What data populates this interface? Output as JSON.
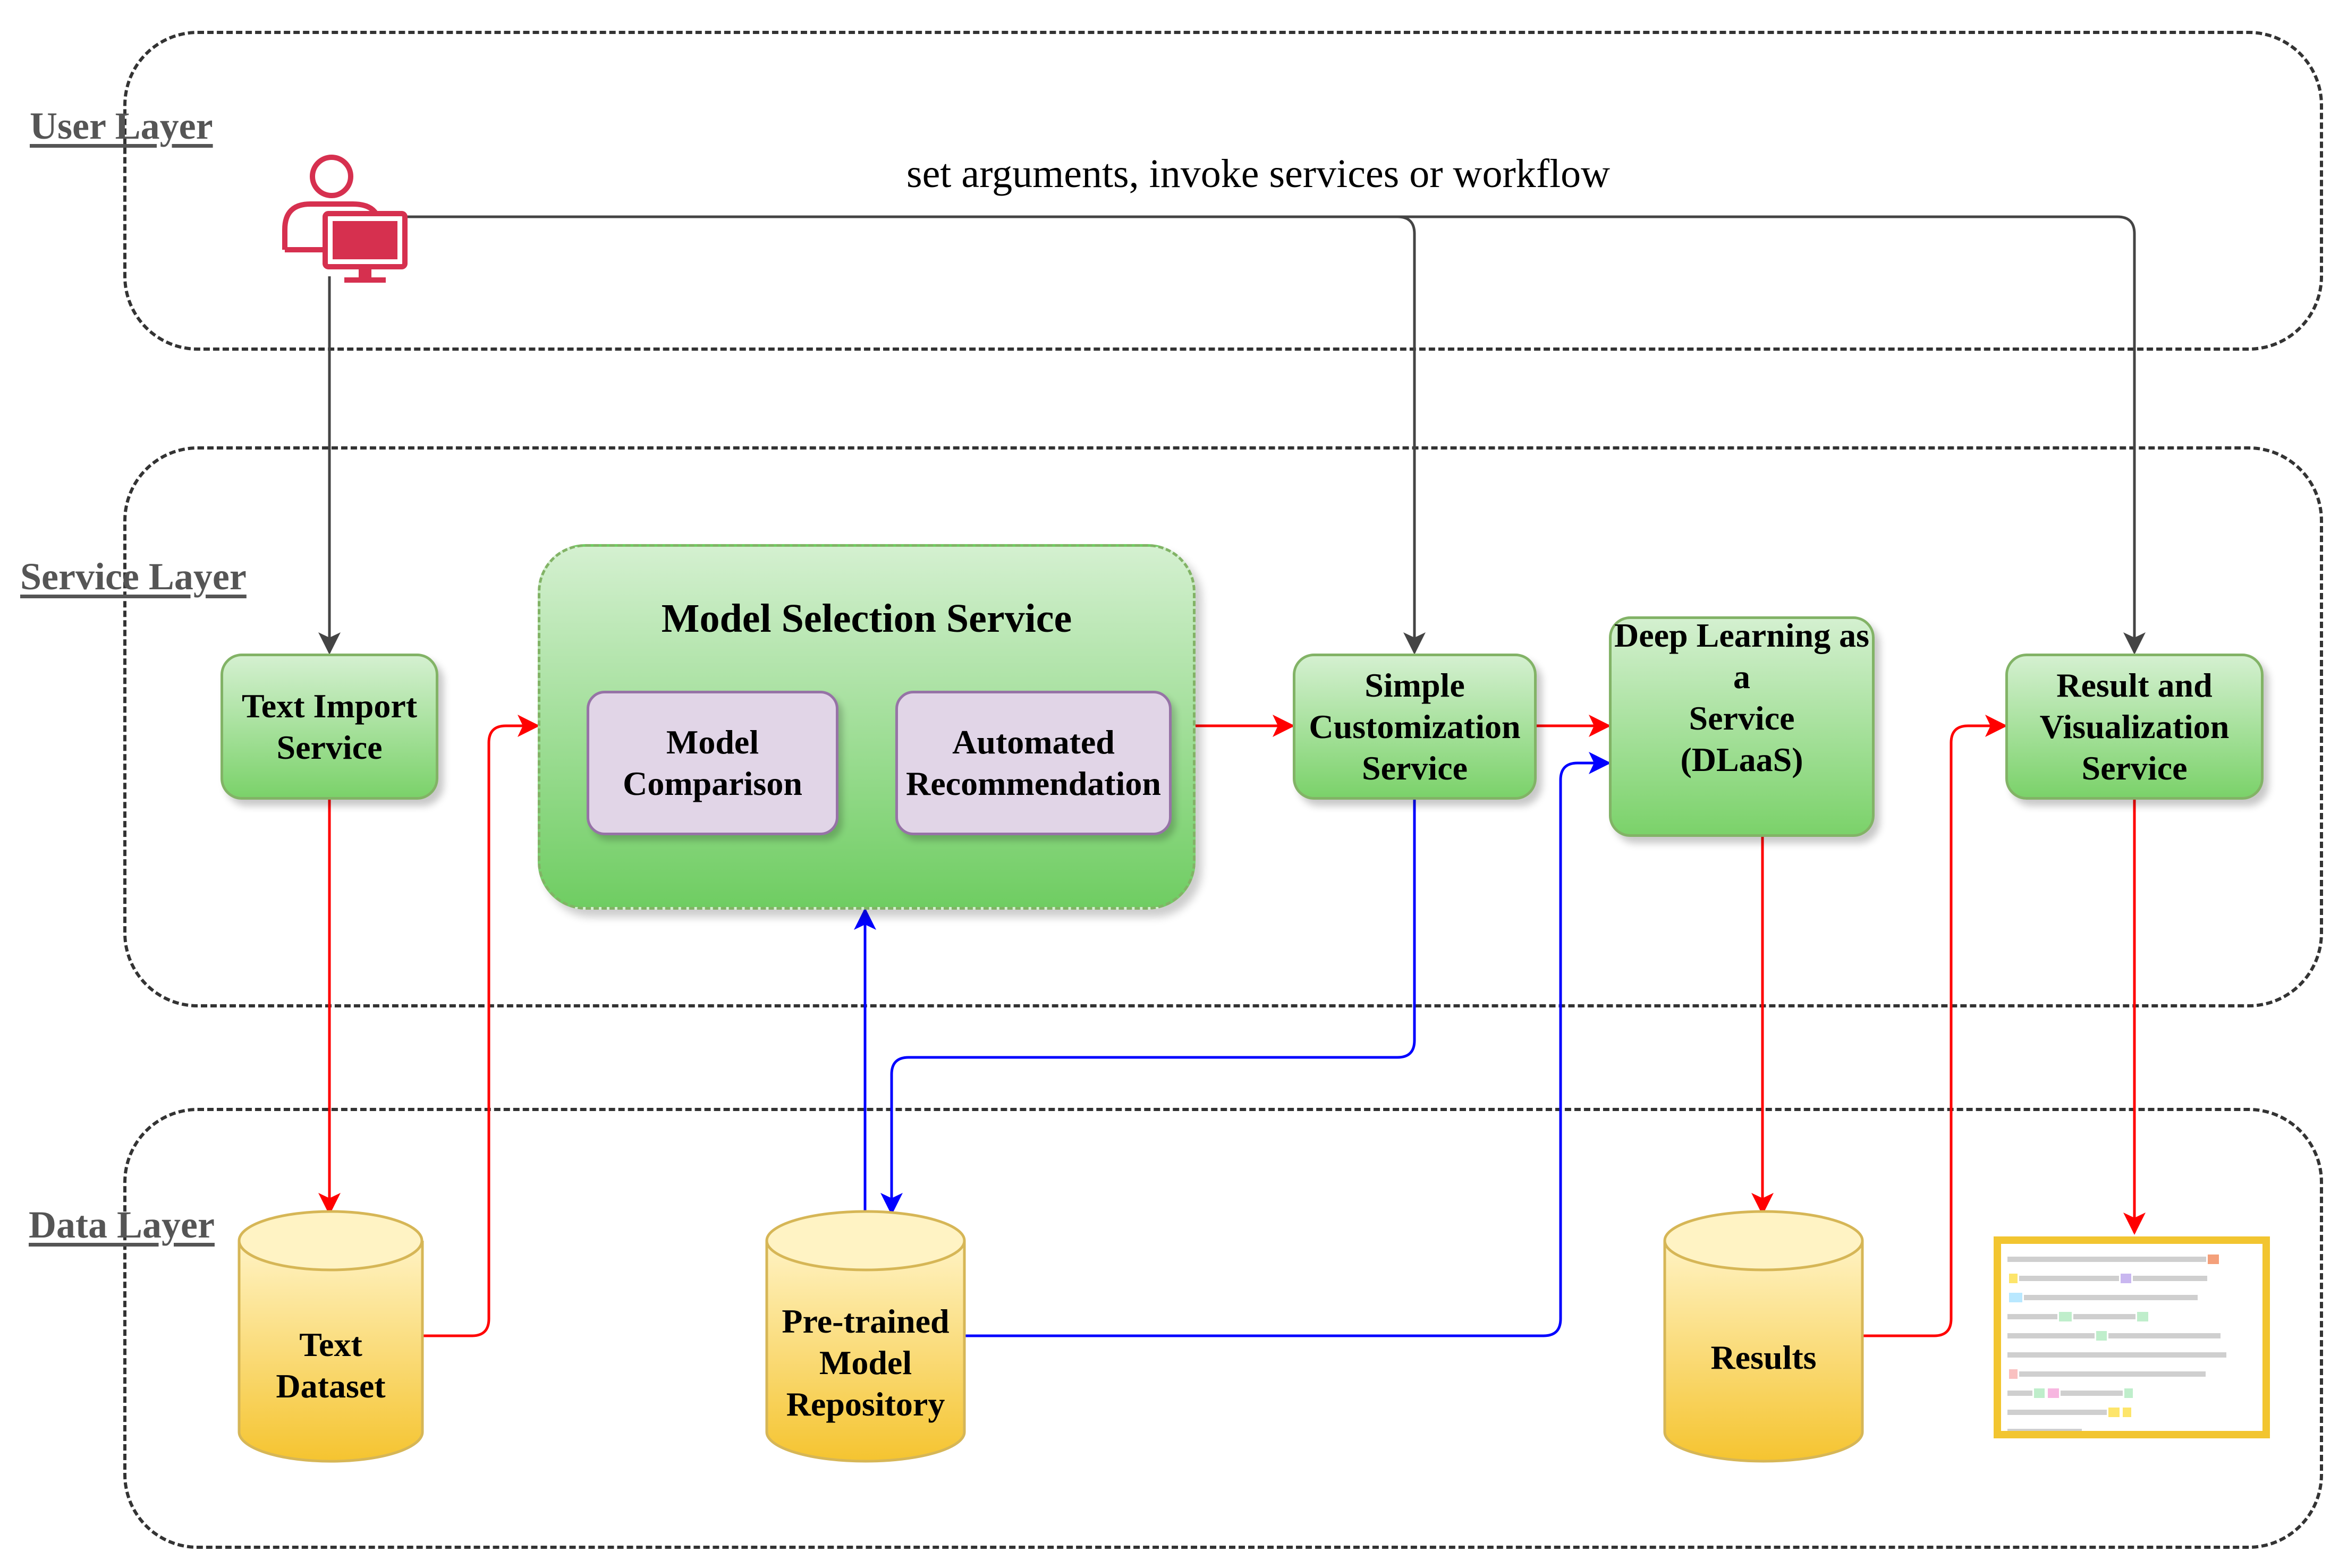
{
  "layers": {
    "user": "User Layer",
    "service": "Service Layer",
    "data": "Data Layer"
  },
  "user_caption": "set arguments, invoke services or workflow",
  "services": {
    "text_import": [
      "Text Import",
      "Service"
    ],
    "model_selection": {
      "title": "Model Selection Service",
      "model_comparison": [
        "Model",
        "Comparison"
      ],
      "automated_recommendation": [
        "Automated",
        "Recommendation"
      ]
    },
    "simple_customization": [
      "Simple",
      "Customization",
      "Service"
    ],
    "dlaas": [
      "Deep Learning as a",
      "Service",
      "(DLaaS)"
    ],
    "result_visualization": [
      "Result and",
      "Visualization",
      "Service"
    ]
  },
  "data_stores": {
    "text_dataset": [
      "Text",
      "Dataset"
    ],
    "pretrained_repo": [
      "Pre-trained",
      "Model",
      "Repository"
    ],
    "results": [
      "Results"
    ]
  },
  "icons": {
    "user": "user-at-computer-icon",
    "visualization_output": "annotated-text-document-icon"
  },
  "colors": {
    "user_icon": "#d6304f",
    "flow_red": "#ff0000",
    "flow_blue": "#0000ff",
    "flow_gray": "#444444",
    "service_fill": "#7bd26a",
    "sub_fill": "#e1d5e7",
    "store_fill": "#fbd24d",
    "doc_border": "#f2c530"
  }
}
